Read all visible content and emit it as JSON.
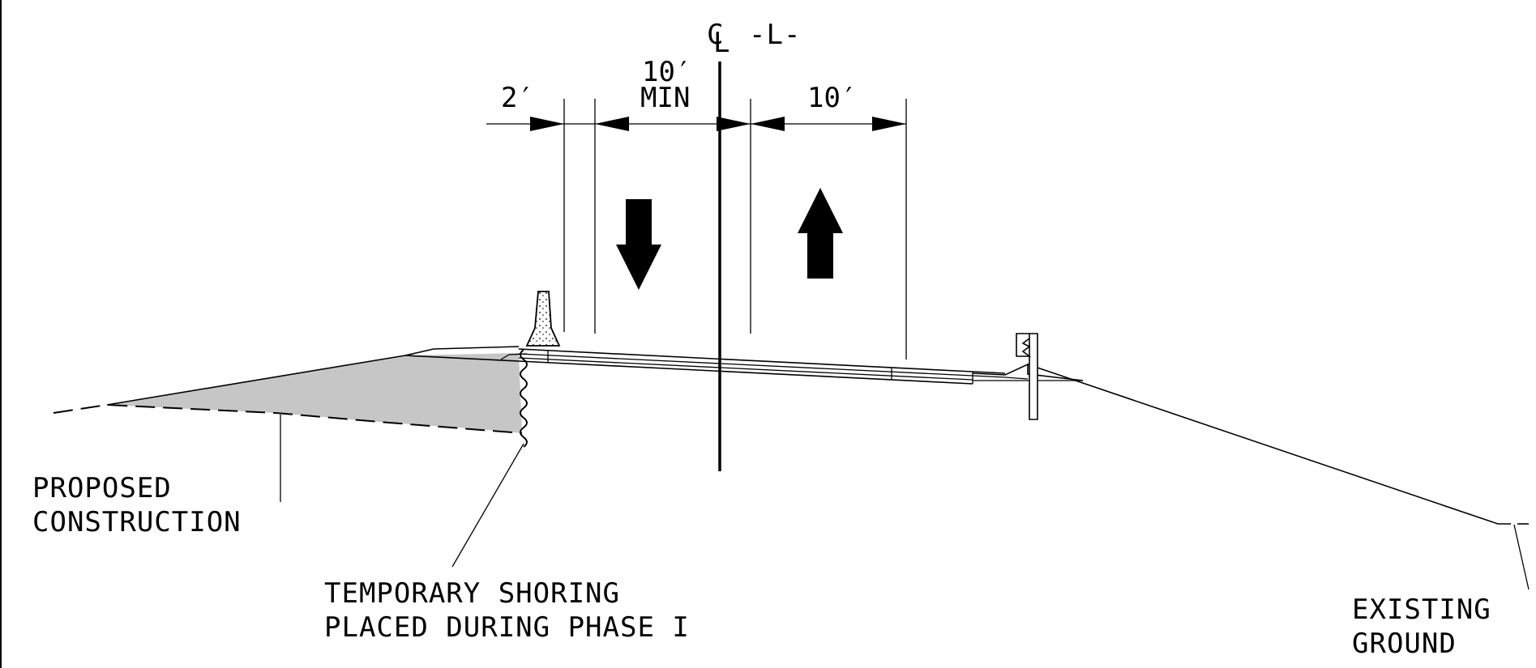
{
  "centerline": {
    "symbol": "C",
    "subscript": "L",
    "name": "-L-"
  },
  "dimensions": {
    "offset": "2′",
    "lane_left_top": "10′",
    "lane_left_bottom": "MIN",
    "lane_right": "10′"
  },
  "labels": {
    "proposed_line1": "PROPOSED",
    "proposed_line2": "CONSTRUCTION",
    "shoring_line1": "TEMPORARY SHORING",
    "shoring_line2": "PLACED DURING PHASE I",
    "existing_line1": "EXISTING",
    "existing_line2": "GROUND"
  },
  "colors": {
    "ink": "#000000",
    "fill": "#c6c6c6"
  }
}
